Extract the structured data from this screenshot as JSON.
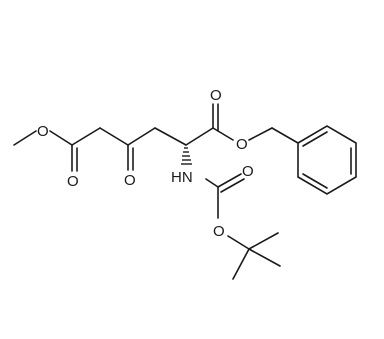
{
  "atoms": {
    "ester_o1": "O",
    "ester_o2": "O",
    "ketone_o": "O",
    "carbonyl_o_top": "O",
    "ester_o_benzyl": "O",
    "nh": "HN",
    "boc_o1": "O",
    "boc_o2": "O"
  },
  "colors": {
    "ink": "#1a1a1a",
    "background": "#ffffff"
  }
}
